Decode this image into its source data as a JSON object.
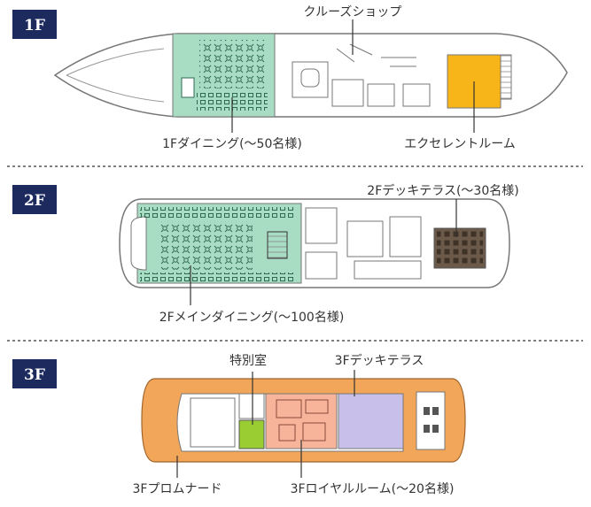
{
  "decks": [
    {
      "badge": "1F",
      "labels": {
        "shop": "クルーズショップ",
        "dining": "1Fダイニング(～50名様)",
        "excellent_room": "エクセレントルーム"
      },
      "colors": {
        "dining": "#a8dcc3",
        "excellent_room": "#f7b51a"
      }
    },
    {
      "badge": "2F",
      "labels": {
        "deck_terrace": "2Fデッキテラス(～30名様)",
        "main_dining": "2Fメインダイニング(～100名様)"
      },
      "colors": {
        "main_dining": "#a8dcc3",
        "deck_terrace": "#6b5a4a"
      }
    },
    {
      "badge": "3F",
      "labels": {
        "special_room": "特別室",
        "deck_terrace": "3Fデッキテラス",
        "promenade": "3Fプロムナード",
        "royal_room": "3Fロイヤルルーム(～20名様)"
      },
      "colors": {
        "promenade": "#f2a65a",
        "special_room": "#9acd32",
        "royal_room": "#f7b49a",
        "deck_terrace": "#c8c0ea"
      }
    }
  ],
  "colors": {
    "badge": "#1c2a5e",
    "separator": "#555555"
  }
}
